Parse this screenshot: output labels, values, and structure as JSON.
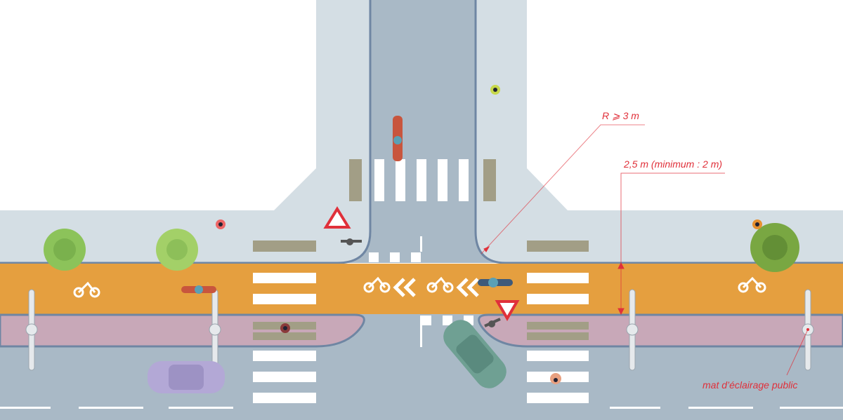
{
  "annotations": {
    "radius": "R ⩾ 3 m",
    "width": "2,5 m (minimum : 2 m)",
    "lamp": "mat d’éclairage public"
  },
  "colors": {
    "sidewalk": "#d4dee4",
    "road": "#a9b9c6",
    "bike_lane": "#e59f3f",
    "median": "#c8a8b8",
    "curb": "#6f86a3",
    "strip": "#a29e86",
    "annotation": "#e0303a",
    "tree": "#8cc35a"
  }
}
